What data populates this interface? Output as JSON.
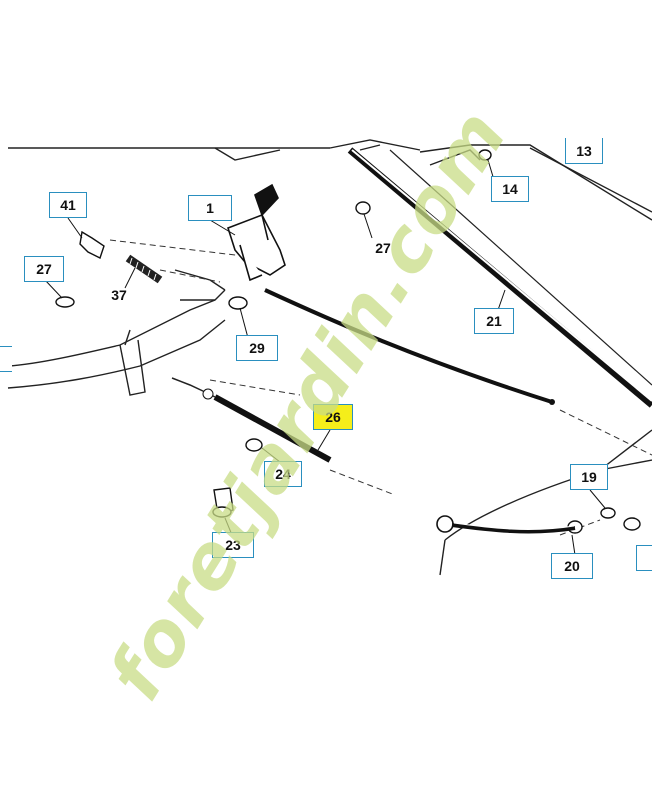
{
  "watermark": {
    "text": "foretjardin.com",
    "colors": [
      "#c8dc86",
      "#f3c9a0",
      "#d6e4a6"
    ]
  },
  "callouts": {
    "c41": "41",
    "c1": "1",
    "c27a": "27",
    "c37": "37",
    "c29": "29",
    "c27b": "27",
    "c14": "14",
    "c13": "13",
    "c21": "21",
    "c26": "26",
    "c24": "24",
    "c23": "23",
    "c19": "19",
    "c20": "20",
    "cleft": "",
    "cright": ""
  },
  "highlight_color": "#f5ee1a",
  "callout_border_color": "#2a8fbf"
}
